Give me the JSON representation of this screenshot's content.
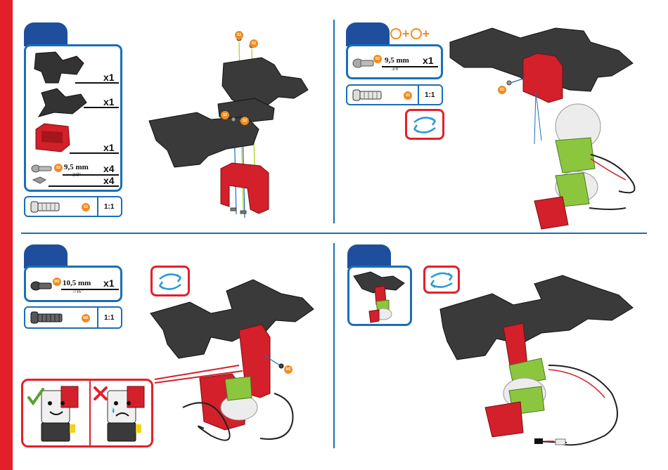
{
  "colors": {
    "accent_red": "#e3202a",
    "accent_blue": "#1a6fb5",
    "tab_blue": "#1f4e9c",
    "code_orange": "#f28b20",
    "plate_dark": "#333333",
    "bracket_red": "#d3202a",
    "servo_green": "#8cc63f"
  },
  "step1": {
    "parts": [
      {
        "icon": "black-plate-large-icon",
        "qty": "x1"
      },
      {
        "icon": "black-plate-small-icon",
        "qty": "x1"
      },
      {
        "icon": "red-u-bracket-icon",
        "qty": "x1"
      },
      {
        "icon": "screw-icon",
        "qty": "x4",
        "dim": "9,5 mm",
        "dim_sub": "3/8\""
      },
      {
        "icon": "nut-icon",
        "qty": "x4"
      }
    ],
    "scale": {
      "code": "S2",
      "ratio": "1:1"
    },
    "callouts": [
      "S2",
      "S2",
      "S2",
      "S2"
    ]
  },
  "step2": {
    "operators": [
      "+",
      "+"
    ],
    "parts": [
      {
        "icon": "screw-icon",
        "qty": "x1",
        "dim": "9,5 mm",
        "dim_sub": "3/8\""
      }
    ],
    "scale": {
      "code": "S2",
      "ratio": "1:1"
    },
    "callouts": [
      "S2"
    ]
  },
  "step3": {
    "parts": [
      {
        "icon": "bolt-icon",
        "qty": "x1",
        "dim": "10,5 mm",
        "dim_sub": "7/16\""
      }
    ],
    "scale": {
      "code": "M2",
      "ratio": "1:1"
    },
    "callouts": [
      "M2"
    ]
  },
  "step4": {}
}
